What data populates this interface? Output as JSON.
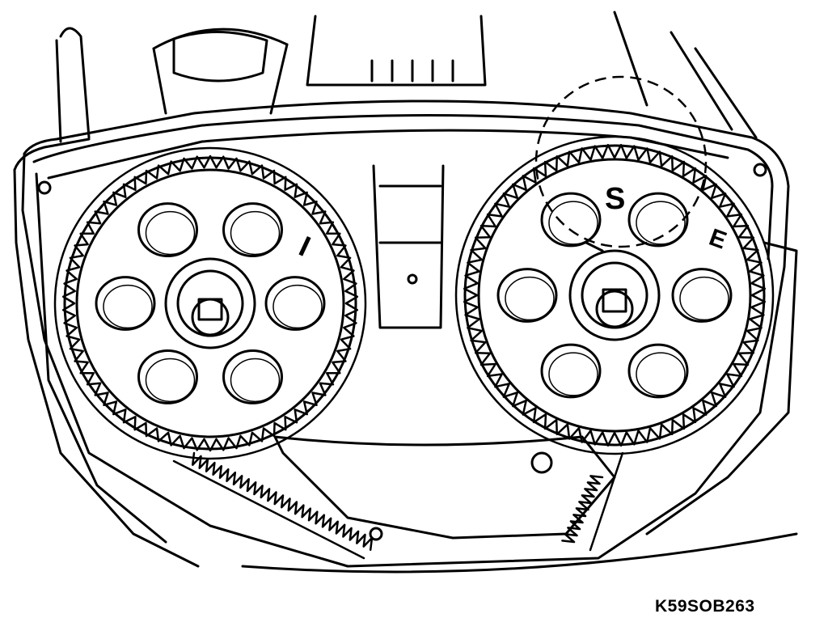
{
  "figure_code": "K59SOB263",
  "left_pulley": {
    "mark": "I"
  },
  "right_pulley": {
    "mark_s": "S",
    "mark_e": "E"
  },
  "colors": {
    "ink": "#000000",
    "background": "#ffffff"
  }
}
